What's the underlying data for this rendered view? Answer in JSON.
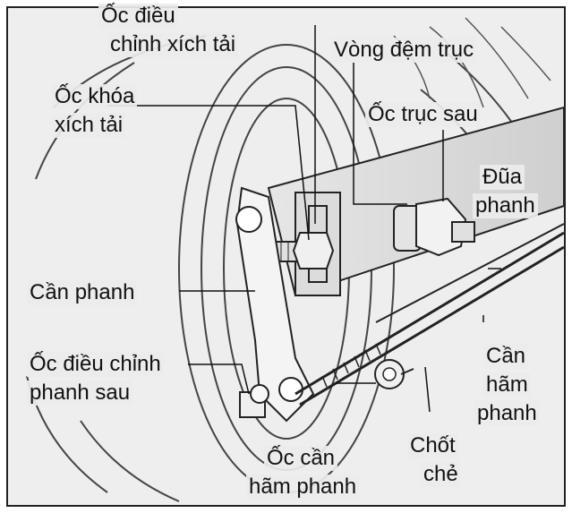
{
  "labels": {
    "oc_dieu_chinh_xich_tai_1": "Ốc điều",
    "oc_dieu_chinh_xich_tai_2": "chỉnh xích tải",
    "vong_dem_truc": "Vòng đệm trục",
    "oc_khoa_xich_tai_1": "Ốc khóa",
    "oc_khoa_xich_tai_2": "xích tải",
    "oc_truc_sau": "Ốc trục sau",
    "dua_phanh_1": "Đũa",
    "dua_phanh_2": "phanh",
    "can_phanh": "Cần phanh",
    "oc_dieu_chinh_phanh_sau_1": "Ốc điều chỉnh",
    "oc_dieu_chinh_phanh_sau_2": "phanh sau",
    "can_ham_phanh_1": "Cần",
    "can_ham_phanh_2": "hãm",
    "can_ham_phanh_3": "phanh",
    "chot_che_1": "Chốt",
    "chot_che_2": "chẻ",
    "oc_can_ham_phanh_1": "Ốc cần",
    "oc_can_ham_phanh_2": "hãm phanh"
  }
}
